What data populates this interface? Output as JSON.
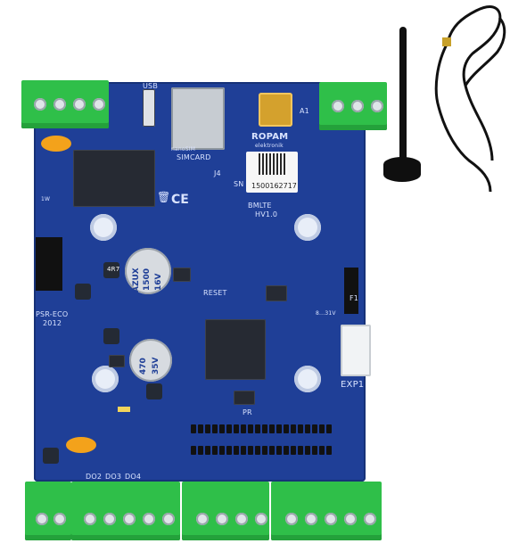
{
  "product": {
    "board_label": "BMLTE",
    "board_version": "HV1.0",
    "serial_number": "1500162717",
    "brand": "ROPAM",
    "brand_sub": "elektronik"
  },
  "silkscreen": {
    "usb": "USB",
    "simcard": "SIMCARD",
    "nanosim": "nanoSIM",
    "j4": "J4",
    "sn": "SN",
    "reset": "RESET",
    "psr_eco": "PSR-ECO",
    "psr_year": "2012",
    "exp1": "EXP1",
    "pr": "PR",
    "a1": "A1",
    "r47": "4R7",
    "cap_top_value": "1500",
    "cap_top_voltage": "16V",
    "cap_top_series": "AZUX",
    "cap_bottom_value": "470",
    "cap_bottom_voltage": "35V",
    "do2": "DO2",
    "do3": "DO3",
    "do4": "DO4",
    "f1": "F1",
    "voltage_range": "8...31V",
    "one_w": "1W"
  },
  "colors": {
    "pcb": "#1f3f97",
    "terminal": "#2fbf49",
    "sma": "#d4a12d",
    "antenna": "#101010"
  }
}
